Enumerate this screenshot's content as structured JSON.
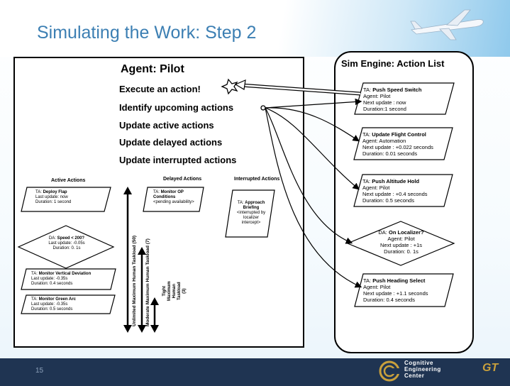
{
  "slide": {
    "title": "Simulating the Work: Step 2",
    "page_number": "15",
    "brand": {
      "line1": "Cognitive",
      "line2": "Engineering",
      "line3": "Center"
    },
    "gt_logo": "GT"
  },
  "agent": {
    "title": "Agent: Pilot",
    "tasks": [
      "Execute an action!",
      "Identify upcoming actions",
      "Update active actions",
      "Update delayed actions",
      "Update interrupted actions"
    ]
  },
  "columns": {
    "active": "Active Actions",
    "delayed": "Delayed Actions",
    "interrupted": "Interrupted Actions"
  },
  "active_actions": [
    {
      "prefix": "TA:",
      "name": "Deploy Flap",
      "lines": [
        "Last update: now",
        "Duration: 1 second"
      ]
    },
    {
      "prefix": "DA:",
      "name": "Speed < 200?",
      "lines": [
        "Last update: -0.05s",
        "Duration: 0. 1s"
      ]
    },
    {
      "prefix": "TA:",
      "name": "Monitor Vertical Deviation",
      "lines": [
        "Last update: -0.35s",
        "Duration: 0.4 seconds"
      ]
    },
    {
      "prefix": "TA:",
      "name": "Monitor Green Arc",
      "lines": [
        "Last update: -0.35s",
        "Duration: 0.5 seconds"
      ]
    }
  ],
  "delayed_actions": [
    {
      "prefix": "TA:",
      "name": "Monitor OP Conditions",
      "lines": [
        "<pending availability>"
      ]
    }
  ],
  "interrupted_actions": [
    {
      "prefix": "TA:",
      "name": "Approach Briefing",
      "lines": [
        "<interrupted by",
        "localizer",
        "intercept>"
      ]
    }
  ],
  "taskload": {
    "unlimited": "Unlimited Maximum Human Taskload (50)",
    "moderate": "Moderate Maximum Human Taskload (7)",
    "tight_lines": [
      "Tight",
      "Maximum",
      "Human",
      "Taskload",
      "(3)"
    ]
  },
  "sim_engine": {
    "title": "Sim Engine: Action List",
    "actions": [
      {
        "prefix": "TA:",
        "name": "Push Speed Switch",
        "lines": [
          "Agent: Pilot",
          "Next update : now",
          "Duration:1 second"
        ]
      },
      {
        "prefix": "TA:",
        "name": "Update Flight Control",
        "lines": [
          "Agent: Automation",
          "Next update : +0.022 seconds",
          "Duration: 0.01 seconds"
        ]
      },
      {
        "prefix": "TA:",
        "name": "Push Altitude Hold",
        "lines": [
          "Agent: Pilot",
          "Next update : +0.4 seconds",
          "Duration: 0.5 seconds"
        ]
      },
      {
        "prefix": "DA:",
        "name": "On Localizer?",
        "lines": [
          "Agent: Pilot",
          "Next update : +1s",
          "Duration: 0. 1s"
        ]
      },
      {
        "prefix": "TA:",
        "name": "Push Heading Select",
        "lines": [
          "Agent: Pilot",
          "Next update : +1.1 seconds",
          "Duration: 0.4 seconds"
        ]
      }
    ]
  }
}
